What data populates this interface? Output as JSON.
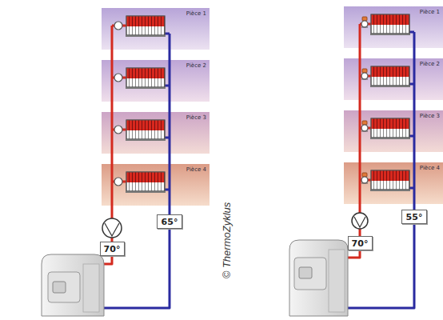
{
  "diagram": {
    "nodes": [
      {
        "text": [
          "Pièce 1"
        ]
      },
      {
        "text": [
          "Pièce 2"
        ]
      },
      {
        "text": [
          "Pièce 3"
        ]
      },
      {
        "text": [
          "Pièce 4"
        ]
      },
      {
        "text": [
          "70°"
        ]
      },
      {
        "text": [
          "65°"
        ]
      },
      {
        "text": [
          "Pièce 1"
        ]
      },
      {
        "text": [
          "Pièce 2"
        ]
      },
      {
        "text": [
          "Pièce 3"
        ]
      },
      {
        "text": [
          "Pièce 4"
        ]
      },
      {
        "text": [
          "70°"
        ]
      },
      {
        "text": [
          "55°"
        ]
      }
    ],
    "labels": [
      "© ThermoZyklus"
    ]
  }
}
